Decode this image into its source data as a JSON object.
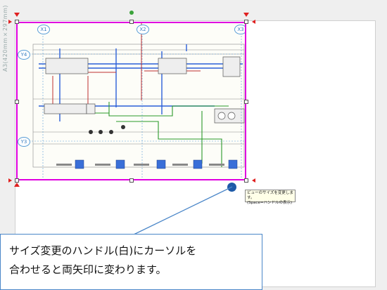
{
  "sheet_label": "A3(420mm×297mm)",
  "grid_labels": {
    "x1": "X1",
    "x2": "X2",
    "x3": "X3",
    "y3": "Y3",
    "y4": "Y4"
  },
  "tooltip": {
    "line1": "ビューのサイズを変更します。",
    "line2": "(Space=ハンドルの表示)"
  },
  "callout": {
    "text": "サイズ変更のハンドル(白)にカーソルを\n合わせると両矢印に変わります。"
  },
  "colors": {
    "frame": "#e000e0",
    "callout_border": "#4a86c8",
    "cursor": "#1e5aa8",
    "rotate_handle": "#3ba33b"
  },
  "icons": [
    "rotate-handle-icon",
    "resize-arrow-icon",
    "cursor-icon"
  ]
}
